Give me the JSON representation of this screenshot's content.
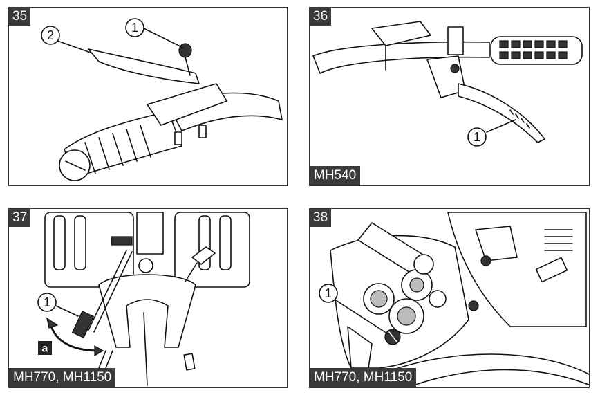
{
  "panels": [
    {
      "number": "35",
      "model": "",
      "callouts": [
        "1",
        "2"
      ]
    },
    {
      "number": "36",
      "model": "MH540",
      "callouts": [
        "1"
      ]
    },
    {
      "number": "37",
      "model": "MH770, MH1150",
      "callouts": [
        "1",
        "a"
      ]
    },
    {
      "number": "38",
      "model": "MH770, MH1150",
      "callouts": [
        "1"
      ]
    }
  ]
}
